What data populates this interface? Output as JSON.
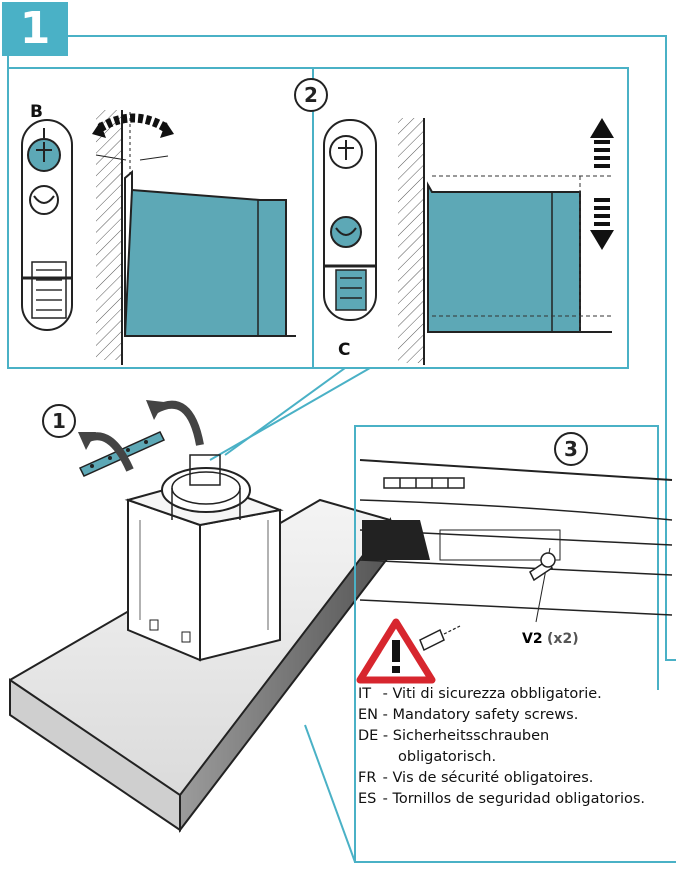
{
  "step_number": "1",
  "sub_steps": {
    "two": "2",
    "one": "1",
    "three": "3"
  },
  "part_labels": {
    "b": "B",
    "c": "C"
  },
  "screw": {
    "code": "V2",
    "qty": "(x2)"
  },
  "warnings": [
    {
      "lang": "IT",
      "sep": " - ",
      "text": "Viti di sicurezza obbligatorie."
    },
    {
      "lang": "EN",
      "sep": " - ",
      "text": "Mandatory safety screws."
    },
    {
      "lang": "DE",
      "sep": " - ",
      "text": "Sicherheitsschrauben"
    },
    {
      "lang": "",
      "sep": "",
      "text": "obligatorisch."
    },
    {
      "lang": "FR",
      "sep": " - ",
      "text": "Vis de sécurité obligatoires."
    },
    {
      "lang": "ES",
      "sep": " - ",
      "text": "Tornillos de seguridad obligatorios."
    }
  ],
  "colors": {
    "accent": "#4ab1c6",
    "part_fill": "#5da8b6",
    "warning_red": "#d7262e"
  }
}
